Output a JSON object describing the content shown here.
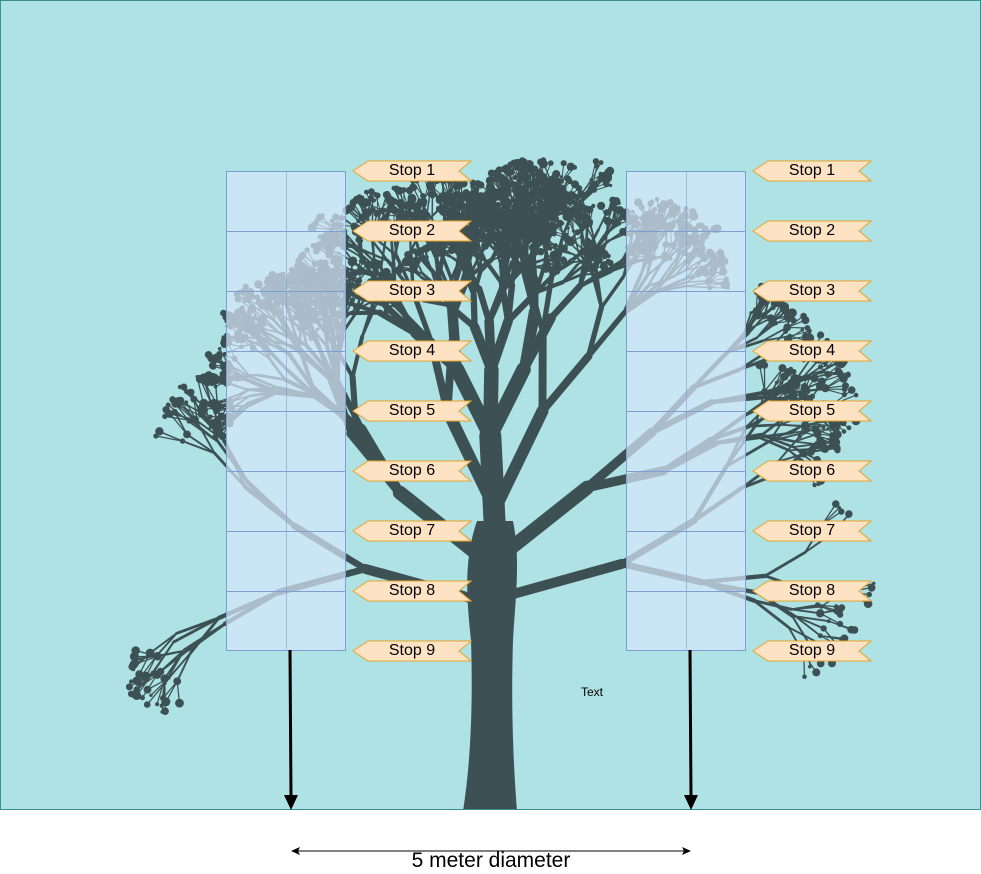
{
  "colors": {
    "background": "#aee2e4",
    "tree": "#3d5154",
    "column_fill": "#d6e6f8",
    "column_border": "#7e9fd6",
    "tag_fill": "#fde3c4",
    "tag_border": "#e6a42a",
    "arrow": "#000000"
  },
  "left_stops": [
    "Stop 1",
    "Stop 2",
    "Stop 3",
    "Stop 4",
    "Stop 5",
    "Stop 6",
    "Stop 7",
    "Stop 8",
    "Stop 9"
  ],
  "right_stops": [
    "Stop 1",
    "Stop 2",
    "Stop 3",
    "Stop 4",
    "Stop 5",
    "Stop 6",
    "Stop 7",
    "Stop 8",
    "Stop 9"
  ],
  "loose_text": "Text",
  "diameter_label": "5 meter diameter"
}
